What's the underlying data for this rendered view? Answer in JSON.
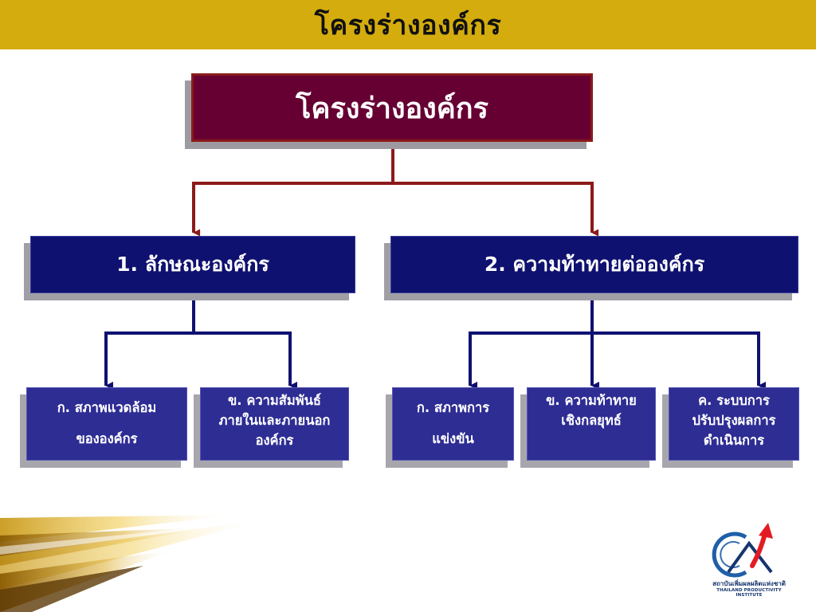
{
  "header": {
    "title": "โครงร่างองค์กร"
  },
  "diagram": {
    "root": {
      "label": "โครงร่างองค์กร"
    },
    "branches": [
      {
        "label": "1. ลักษณะองค์กร",
        "children": [
          {
            "lines": [
              "ก. สภาพแวดล้อม",
              "ขององค์กร"
            ]
          },
          {
            "lines": [
              "ข. ความสัมพันธ์",
              "ภายในและภายนอก",
              "องค์กร"
            ]
          }
        ]
      },
      {
        "label": "2. ความท้าทายต่อองค์กร",
        "children": [
          {
            "lines": [
              "ก. สภาพการ",
              "แข่งขัน"
            ]
          },
          {
            "lines": [
              "ข. ความท้าทาย",
              "เชิงกลยุทธ์"
            ]
          },
          {
            "lines": [
              "ค. ระบบการ",
              "ปรับปรุงผลการ",
              "ดำเนินการ"
            ]
          }
        ]
      }
    ]
  },
  "logo": {
    "name_th": "สถาบันเพิ่มผลผลิตแห่งชาติ",
    "name_en": "THAILAND PRODUCTIVITY INSTITUTE"
  },
  "colors": {
    "title_bar": "#d4ac0d",
    "root_box": "#660033",
    "root_connector": "#8b1a1a",
    "mid_box": "#0f1170",
    "leaf_box": "#2e2d94",
    "blue_connector": "#0f1170"
  }
}
